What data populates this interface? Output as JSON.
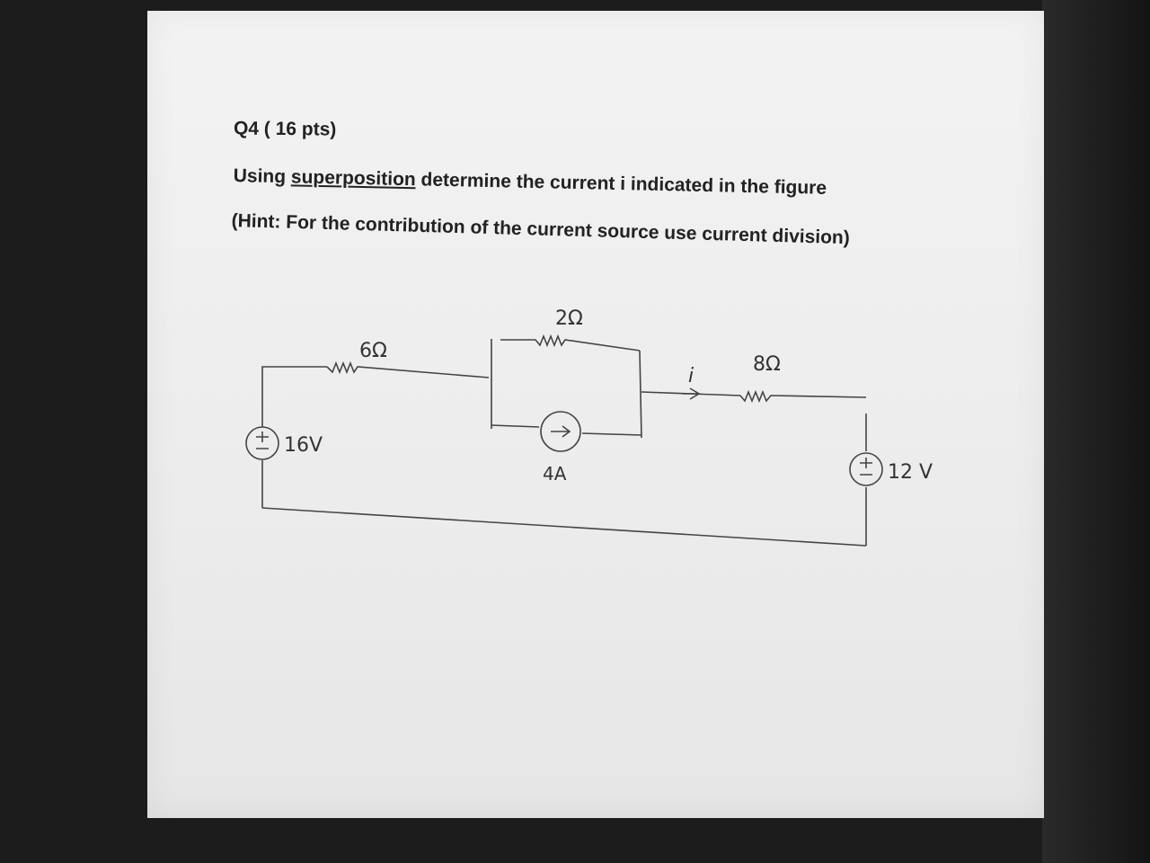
{
  "question": {
    "title": "Q4 ( 16 pts)",
    "text_before": "Using ",
    "text_emph": "superposition",
    "text_after": " determine the current  i  indicated in the figure",
    "hint": "(Hint: For the contribution of the current source use current division)"
  },
  "circuit": {
    "source_left_label": "16V",
    "source_right_label": "12 V",
    "r1_label": "6Ω",
    "r2_label": "2Ω",
    "r3_label": "8Ω",
    "current_source_label": "4A",
    "current_label": "i"
  }
}
